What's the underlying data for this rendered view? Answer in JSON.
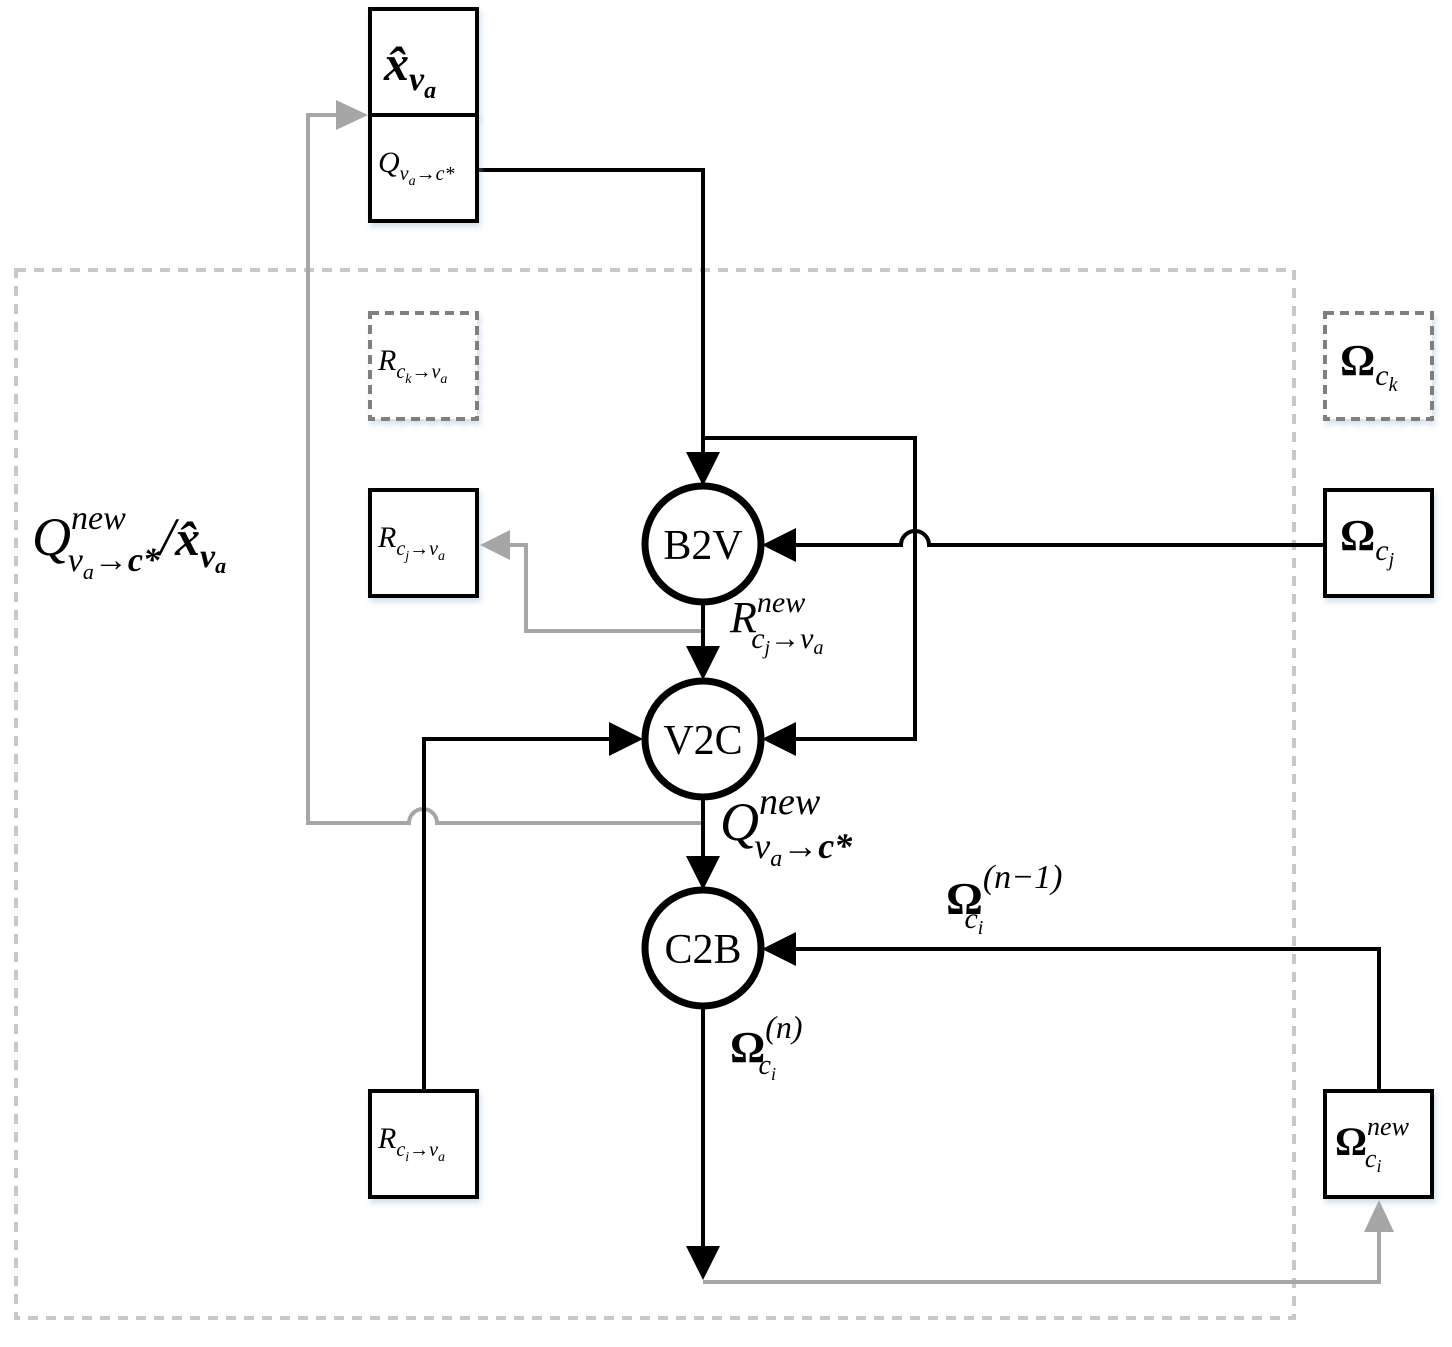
{
  "nodes": {
    "b2v": "B2V",
    "v2c": "V2C",
    "c2b": "C2B"
  },
  "boxes": {
    "x_hat": {
      "base": "x̂",
      "sub": "v",
      "subsub": "a"
    },
    "q_top": {
      "base": "Q",
      "sub": "v",
      "subsub": "a",
      "sub_tail": "→c*"
    },
    "r_ck": {
      "base": "R",
      "sub": "c",
      "subsub": "k",
      "sub_tail": "→v",
      "subsub2": "a"
    },
    "r_cj": {
      "base": "R",
      "sub": "c",
      "subsub": "j",
      "sub_tail": "→v",
      "subsub2": "a"
    },
    "r_ci": {
      "base": "R",
      "sub": "c",
      "subsub": "i",
      "sub_tail": "→v",
      "subsub2": "a"
    },
    "omega_ck": {
      "base": "Ω",
      "sub": "c",
      "subsub": "k"
    },
    "omega_cj": {
      "base": "Ω",
      "sub": "c",
      "subsub": "j"
    },
    "omega_new": {
      "base": "Ω",
      "sup": "new",
      "sub": "c",
      "subsub": "i"
    }
  },
  "labels": {
    "q_new_over_x": {
      "base": "Q",
      "sup": "new",
      "sub": "v",
      "subsub": "a",
      "sub_tail": "→c*",
      "slash": "/",
      "base2": "x̂",
      "sub2": "v",
      "subsub2": "a"
    },
    "r_new": {
      "base": "R",
      "sup": "new",
      "sub": "c",
      "subsub": "j",
      "sub_tail": "→v",
      "subsub2": "a"
    },
    "q_new": {
      "base": "Q",
      "sup": "new",
      "sub": "v",
      "subsub": "a",
      "sub_tail": "→c*"
    },
    "omega_n_minus_1": {
      "base": "Ω",
      "sup": "(n−1)",
      "sub": "c",
      "subsub": "i"
    },
    "omega_n": {
      "base": "Ω",
      "sup": "(n)",
      "sub": "c",
      "subsub": "i"
    }
  },
  "colors": {
    "black": "#000000",
    "gray": "#a6a6a6",
    "dashed_frame": "#c8c8c8",
    "dashed_box": "#7f7f7f"
  }
}
